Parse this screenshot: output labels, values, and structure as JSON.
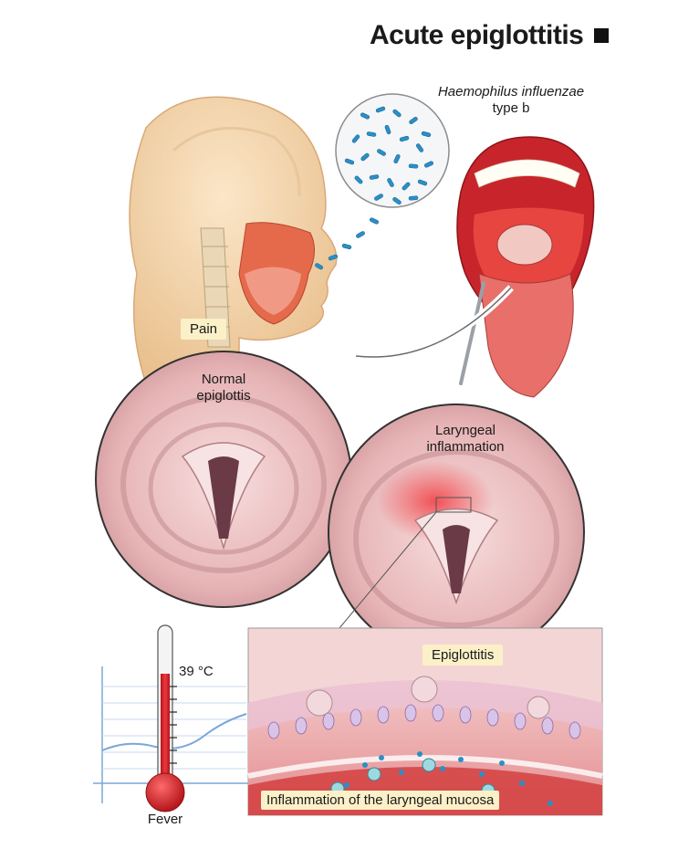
{
  "title": "Acute epiglottitis",
  "labels": {
    "bacteria_name": "Haemophilus influenzae",
    "bacteria_type": "type b",
    "pain": "Pain",
    "normal_line1": "Normal",
    "normal_line2": "epiglottis",
    "laryngeal_line1": "Laryngeal",
    "laryngeal_line2": "inflammation",
    "epiglottitis": "Epiglottitis",
    "temperature": "39 °C",
    "fever": "Fever",
    "mucosa": "Inflammation of the laryngeal mucosa"
  },
  "colors": {
    "tissue_pink": "#e9b7b8",
    "inflamed_red": "#e0323a",
    "bacteria_blue": "#2b8fc6",
    "skin": "#f6d7b0",
    "label_bg": "#fbf0c8"
  }
}
